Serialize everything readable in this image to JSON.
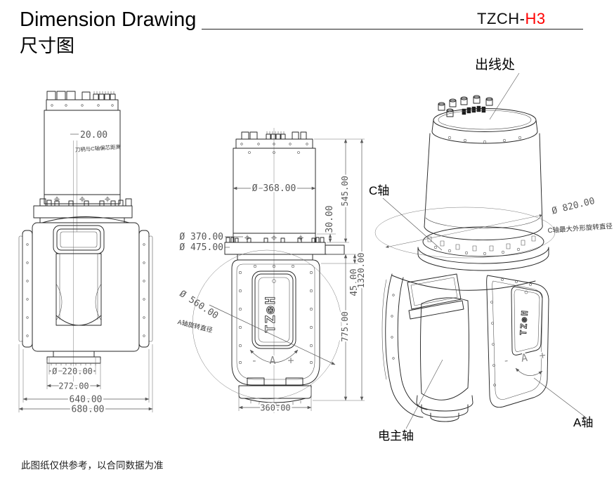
{
  "header": {
    "title_en": "Dimension Drawing",
    "title_zh": "尺寸图",
    "model_prefix": "TZCH-",
    "model_variant": "H3",
    "variant_color": "#ff0000"
  },
  "front_view": {
    "offset_dim": "20.00",
    "offset_note": "刀柄与C轴偏芯距离",
    "spindle_dia": "Ø 220.00",
    "width_272": "272.00",
    "width_640": "640.00",
    "width_680": "680.00"
  },
  "side_view": {
    "body_dia": "Ø 368.00",
    "height_545": "545.00",
    "height_30": "30.00",
    "flange_dia_370": "Ø 370.00",
    "flange_dia_475": "Ø 475.00",
    "height_45": "45.00",
    "height_total": "1320.00",
    "height_775": "775.00",
    "a_axis_dia": "Ø 560.00",
    "a_axis_note": "A轴旋转直径",
    "width_360": "360.00",
    "axis_marking": "- A +",
    "logo_text": "TZ⊕H"
  },
  "iso_view": {
    "outlet_label": "出线处",
    "c_axis_label": "C轴",
    "c_axis_dia": "Ø 820.00",
    "c_axis_note": "C轴最大外形旋转直径",
    "spindle_label": "电主轴",
    "a_axis_label": "A轴",
    "axis_marking": "- A +",
    "logo_text": "TZ⊕H"
  },
  "footer": {
    "disclaimer": "此图纸仅供参考，以合同数据为准"
  }
}
